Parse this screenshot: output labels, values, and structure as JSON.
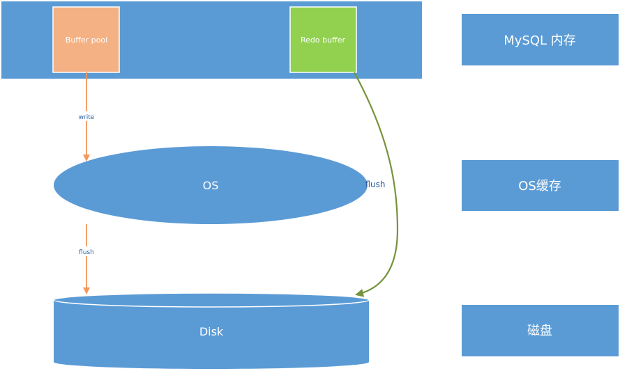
{
  "nodes": {
    "buffer_pool": "Buffer pool",
    "redo_buffer": "Redo buffer",
    "os": "OS",
    "disk": "Disk"
  },
  "edges": {
    "write": "write",
    "flush_os_disk": "flush",
    "flush_redo_disk": "flush"
  },
  "legend": {
    "mysql_memory": "MySQL 内存",
    "os_cache": "OS缓存",
    "disk": "磁盘"
  },
  "colors": {
    "layer_blue": "#5b9bd5",
    "buffer_pool_fill": "#f4b183",
    "redo_buffer_fill": "#92d050",
    "write_arrow": "#f4975a",
    "redo_arrow": "#77933c"
  }
}
